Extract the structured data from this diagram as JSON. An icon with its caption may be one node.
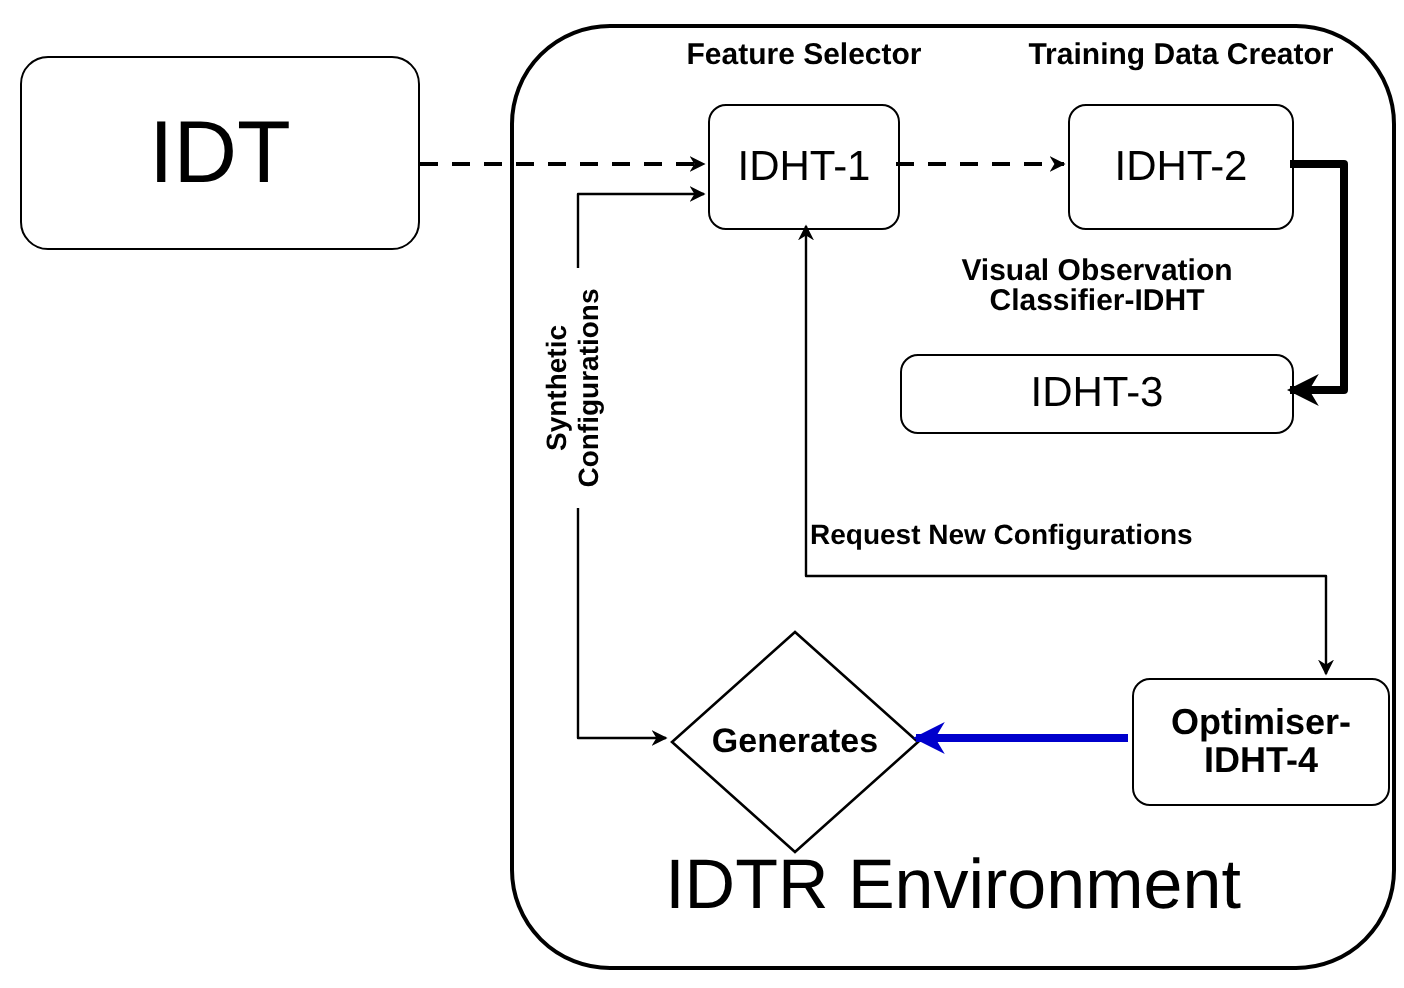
{
  "diagram": {
    "nodes": [
      {
        "text": [
          "IDT"
        ]
      },
      {
        "text": [
          "IDTR Environment"
        ]
      },
      {
        "text": [
          "Feature Selector",
          "IDHT-1"
        ],
        "in": 1
      },
      {
        "text": [
          "Training Data Creator",
          "IDHT-2"
        ],
        "in": 1
      },
      {
        "text": [
          "Visual Observation Classifier-IDHT",
          "IDHT-3"
        ],
        "in": 1
      },
      {
        "text": [
          "Generates"
        ],
        "in": 1
      },
      {
        "text": [
          "Optimiser- IDHT-4"
        ],
        "in": 1
      }
    ],
    "edges": [
      {
        "from": 0,
        "to": 2,
        "arrow": "to",
        "style": "dashed"
      },
      {
        "from": 2,
        "to": 3,
        "arrow": "to",
        "style": "dashed"
      },
      {
        "from": 3,
        "to": 4,
        "arrow": "to",
        "style": "thick"
      },
      {
        "from": 2,
        "to": 5,
        "arrow": "both",
        "label": "Synthetic Configurations"
      },
      {
        "from": 2,
        "to": 6,
        "arrow": "both",
        "label": "Request New Configurations"
      },
      {
        "from": 6,
        "to": 5,
        "arrow": "to",
        "style": "thick",
        "color": "#0000cc"
      }
    ]
  }
}
